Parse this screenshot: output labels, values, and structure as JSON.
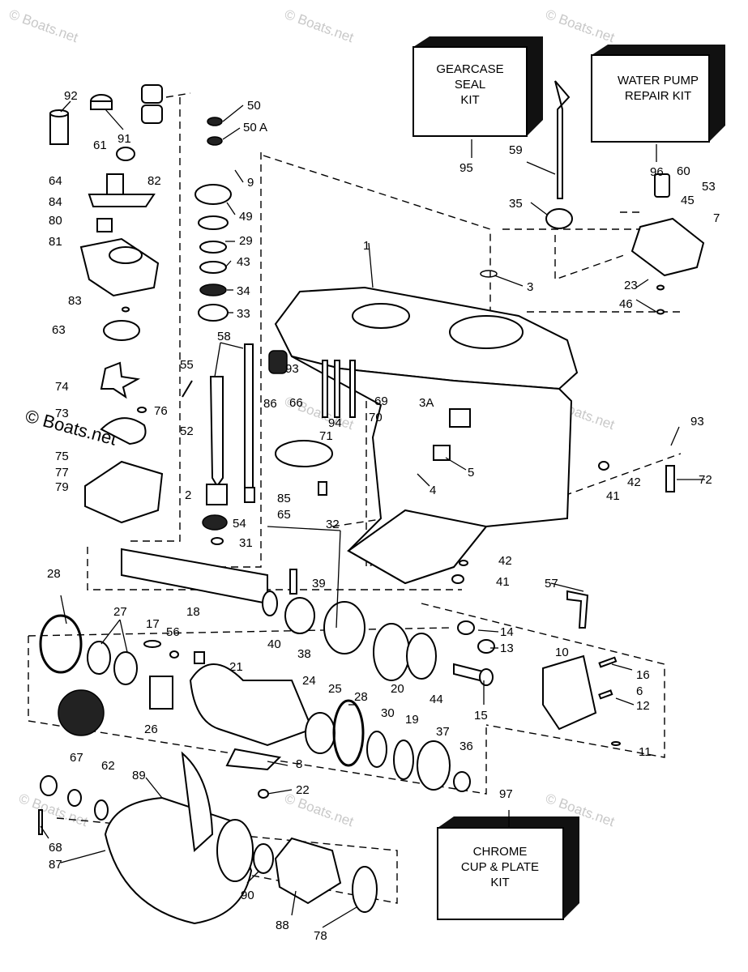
{
  "watermark": "© Boats.net",
  "kits": [
    {
      "id": "gearcase-seal-kit",
      "lines": [
        "GEARCASE",
        "SEAL",
        "KIT"
      ],
      "number": "95"
    },
    {
      "id": "water-pump-repair-kit",
      "lines": [
        "WATER PUMP",
        "REPAIR KIT"
      ],
      "number": "96"
    },
    {
      "id": "chrome-cup-plate-kit",
      "lines": [
        "CHROME",
        "CUP & PLATE",
        "KIT"
      ],
      "number": "97"
    }
  ],
  "callouts": [
    "92",
    "91",
    "50",
    "50 A",
    "61",
    "64",
    "82",
    "84",
    "9",
    "80",
    "49",
    "81",
    "29",
    "43",
    "34",
    "83",
    "33",
    "63",
    "58",
    "55",
    "74",
    "76",
    "73",
    "52",
    "75",
    "77",
    "79",
    "2",
    "54",
    "31",
    "1",
    "3",
    "59",
    "35",
    "60",
    "53",
    "45",
    "7",
    "23",
    "46",
    "86",
    "93",
    "66",
    "94",
    "69",
    "70",
    "3A",
    "5",
    "4",
    "71",
    "85",
    "65",
    "93",
    "42",
    "41",
    "72",
    "32",
    "42",
    "41",
    "57",
    "39",
    "28",
    "18",
    "27",
    "17",
    "56",
    "21",
    "40",
    "38",
    "20",
    "44",
    "14",
    "13",
    "10",
    "16",
    "6",
    "12",
    "15",
    "24",
    "25",
    "28",
    "26",
    "30",
    "19",
    "37",
    "36",
    "11",
    "67",
    "62",
    "89",
    "8",
    "22",
    "68",
    "87",
    "90",
    "88",
    "78"
  ]
}
